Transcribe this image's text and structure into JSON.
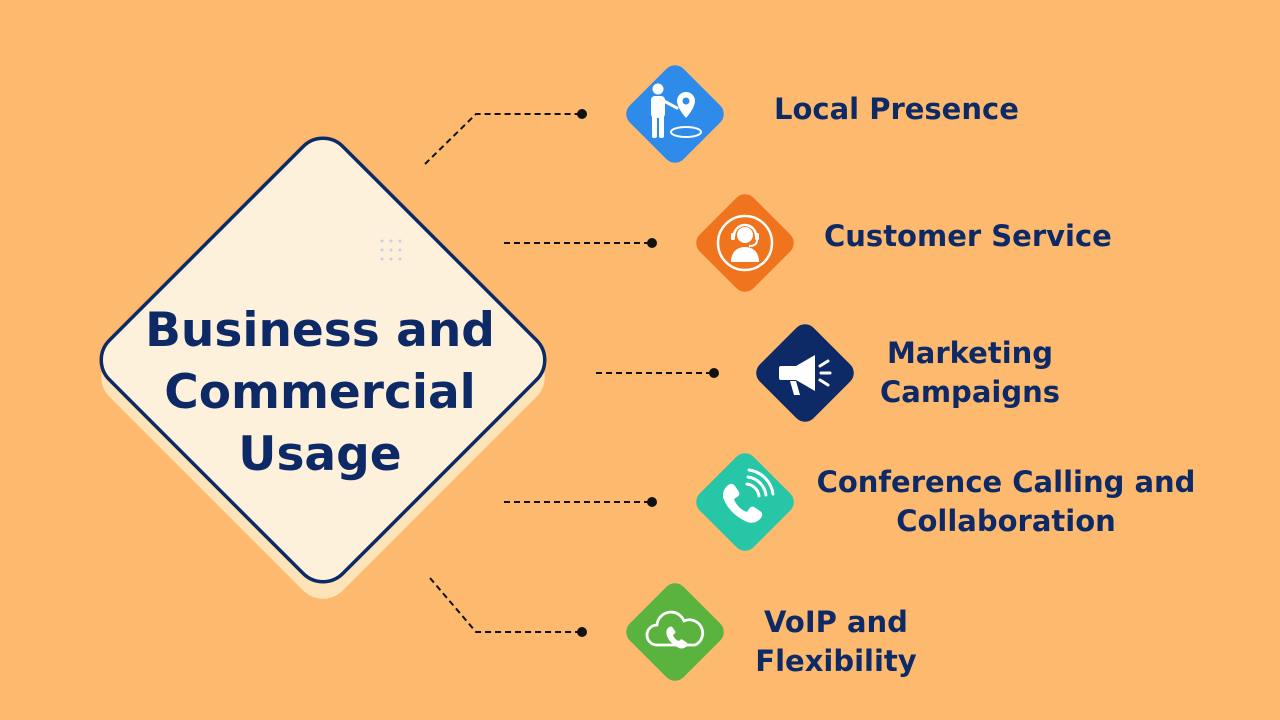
{
  "center": {
    "lines": [
      "Business and",
      "Commercial",
      "Usage"
    ]
  },
  "items": [
    {
      "id": "local-presence",
      "lines": [
        "Local Presence"
      ],
      "icon": "person-location-pin-icon",
      "color": "#2F8BEA"
    },
    {
      "id": "customer-service",
      "lines": [
        "Customer Service"
      ],
      "icon": "headset-agent-icon",
      "color": "#F0741E"
    },
    {
      "id": "marketing-campaigns",
      "lines": [
        "Marketing",
        "Campaigns"
      ],
      "icon": "megaphone-icon",
      "color": "#0E2A66"
    },
    {
      "id": "conference-calling",
      "lines": [
        "Conference Calling and",
        "Collaboration"
      ],
      "icon": "phone-call-icon",
      "color": "#26C6A6"
    },
    {
      "id": "voip-flexibility",
      "lines": [
        "VoIP and",
        "Flexibility"
      ],
      "icon": "cloud-phone-icon",
      "color": "#5BB33F"
    }
  ],
  "colors": {
    "background": "#FDBA6E",
    "navy": "#0E2A66",
    "cream": "#FEF1DC",
    "cream_shadow": "#FDE3B8"
  }
}
